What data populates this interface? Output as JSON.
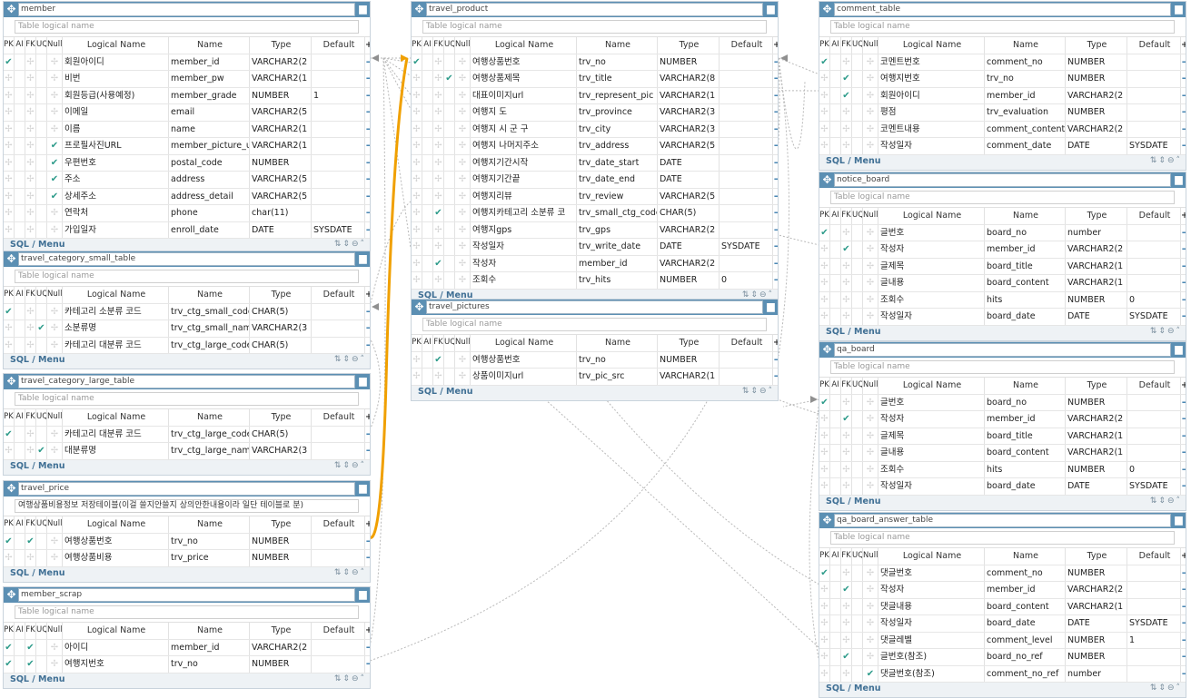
{
  "ui": {
    "logical_placeholder": "Table logical name",
    "col_pk": "PK",
    "col_ai": "AI",
    "col_fk": "FK",
    "col_uq": "UQ",
    "col_null": "Null",
    "col_logical": "Logical Name",
    "col_name": "Name",
    "col_type": "Type",
    "col_default": "Default",
    "sql_menu": "SQL / Menu",
    "icons": {
      "move": "move-icon",
      "delete": "trash-icon",
      "add": "add-column-icon",
      "remove": "remove-column-icon",
      "check": "check-icon"
    }
  },
  "tables": [
    {
      "name": "member",
      "logical": "",
      "rows": [
        {
          "pk": true,
          "ai": false,
          "fk": false,
          "uq": false,
          "nl": false,
          "logical": "회원아이디",
          "name": "member_id",
          "type": "VARCHAR2(2",
          "def": ""
        },
        {
          "pk": false,
          "ai": false,
          "fk": false,
          "uq": false,
          "nl": false,
          "logical": "비번",
          "name": "member_pw",
          "type": "VARCHAR2(1",
          "def": ""
        },
        {
          "pk": false,
          "ai": false,
          "fk": false,
          "uq": false,
          "nl": false,
          "logical": "회원등급(사용예정)",
          "name": "member_grade",
          "type": "NUMBER",
          "def": "1"
        },
        {
          "pk": false,
          "ai": false,
          "fk": false,
          "uq": false,
          "nl": false,
          "logical": "이메일",
          "name": "email",
          "type": "VARCHAR2(5",
          "def": ""
        },
        {
          "pk": false,
          "ai": false,
          "fk": false,
          "uq": false,
          "nl": false,
          "logical": "이름",
          "name": "name",
          "type": "VARCHAR2(1",
          "def": ""
        },
        {
          "pk": false,
          "ai": false,
          "fk": false,
          "uq": false,
          "nl": true,
          "logical": "프로필사진URL",
          "name": "member_picture_u",
          "type": "VARCHAR2(1",
          "def": ""
        },
        {
          "pk": false,
          "ai": false,
          "fk": false,
          "uq": false,
          "nl": true,
          "logical": "우편번호",
          "name": "postal_code",
          "type": "NUMBER",
          "def": ""
        },
        {
          "pk": false,
          "ai": false,
          "fk": false,
          "uq": false,
          "nl": true,
          "logical": "주소",
          "name": "address",
          "type": "VARCHAR2(5",
          "def": ""
        },
        {
          "pk": false,
          "ai": false,
          "fk": false,
          "uq": false,
          "nl": true,
          "logical": "상세주소",
          "name": "address_detail",
          "type": "VARCHAR2(5",
          "def": ""
        },
        {
          "pk": false,
          "ai": false,
          "fk": false,
          "uq": false,
          "nl": false,
          "logical": "연락처",
          "name": "phone",
          "type": "char(11)",
          "def": ""
        },
        {
          "pk": false,
          "ai": false,
          "fk": false,
          "uq": false,
          "nl": false,
          "logical": "가입일자",
          "name": "enroll_date",
          "type": "DATE",
          "def": "SYSDATE"
        }
      ]
    },
    {
      "name": "travel_category_small_table",
      "logical": "",
      "rows": [
        {
          "pk": true,
          "ai": false,
          "fk": false,
          "uq": false,
          "nl": false,
          "logical": "카테고리 소분류 코드",
          "name": "trv_ctg_small_code",
          "type": "CHAR(5)",
          "def": ""
        },
        {
          "pk": false,
          "ai": false,
          "fk": false,
          "uq": true,
          "nl": false,
          "logical": "소분류명",
          "name": "trv_ctg_small_name",
          "type": "VARCHAR2(3",
          "def": ""
        },
        {
          "pk": false,
          "ai": false,
          "fk": false,
          "uq": false,
          "nl": false,
          "logical": "카테고리 대분류 코드",
          "name": "trv_ctg_large_code",
          "type": "CHAR(5)",
          "def": ""
        }
      ]
    },
    {
      "name": "travel_category_large_table",
      "logical": "",
      "rows": [
        {
          "pk": true,
          "ai": false,
          "fk": false,
          "uq": false,
          "nl": false,
          "logical": "카테고리 대분류 코드",
          "name": "trv_ctg_large_code",
          "type": "CHAR(5)",
          "def": ""
        },
        {
          "pk": false,
          "ai": false,
          "fk": false,
          "uq": true,
          "nl": false,
          "logical": "대분류명",
          "name": "trv_ctg_large_name",
          "type": "VARCHAR2(3",
          "def": ""
        }
      ]
    },
    {
      "name": "travel_price",
      "logical": "여행상품비용정보 저장테이블(이걸 쓸지안쓸지 상의안한내용이라 일단 테이블로 분)",
      "rows": [
        {
          "pk": true,
          "ai": false,
          "fk": true,
          "uq": false,
          "nl": false,
          "logical": "여행상품번호",
          "name": "trv_no",
          "type": "NUMBER",
          "def": ""
        },
        {
          "pk": false,
          "ai": false,
          "fk": false,
          "uq": false,
          "nl": false,
          "logical": "여행상품비용",
          "name": "trv_price",
          "type": "NUMBER",
          "def": ""
        }
      ]
    },
    {
      "name": "member_scrap",
      "logical": "",
      "rows": [
        {
          "pk": true,
          "ai": false,
          "fk": true,
          "uq": false,
          "nl": false,
          "logical": "아이디",
          "name": "member_id",
          "type": "VARCHAR2(2",
          "def": ""
        },
        {
          "pk": true,
          "ai": false,
          "fk": true,
          "uq": false,
          "nl": false,
          "logical": "여행지번호",
          "name": "trv_no",
          "type": "NUMBER",
          "def": ""
        }
      ]
    },
    {
      "name": "travel_product",
      "logical": "",
      "rows": [
        {
          "pk": true,
          "ai": false,
          "fk": false,
          "uq": false,
          "nl": false,
          "logical": "여행상품번호",
          "name": "trv_no",
          "type": "NUMBER",
          "def": ""
        },
        {
          "pk": false,
          "ai": false,
          "fk": false,
          "uq": true,
          "nl": false,
          "logical": "여행상품제목",
          "name": "trv_title",
          "type": "VARCHAR2(8",
          "def": ""
        },
        {
          "pk": false,
          "ai": false,
          "fk": false,
          "uq": false,
          "nl": false,
          "logical": "대표이미지url",
          "name": "trv_represent_pic",
          "type": "VARCHAR2(1",
          "def": ""
        },
        {
          "pk": false,
          "ai": false,
          "fk": false,
          "uq": false,
          "nl": false,
          "logical": "여행지 도",
          "name": "trv_province",
          "type": "VARCHAR2(3",
          "def": ""
        },
        {
          "pk": false,
          "ai": false,
          "fk": false,
          "uq": false,
          "nl": false,
          "logical": "여행지 시 군 구",
          "name": "trv_city",
          "type": "VARCHAR2(3",
          "def": ""
        },
        {
          "pk": false,
          "ai": false,
          "fk": false,
          "uq": false,
          "nl": false,
          "logical": "여행지 나머지주소",
          "name": "trv_address",
          "type": "VARCHAR2(5",
          "def": ""
        },
        {
          "pk": false,
          "ai": false,
          "fk": false,
          "uq": false,
          "nl": false,
          "logical": "여행지기간시작",
          "name": "trv_date_start",
          "type": "DATE",
          "def": ""
        },
        {
          "pk": false,
          "ai": false,
          "fk": false,
          "uq": false,
          "nl": false,
          "logical": "여행지기간끝",
          "name": "trv_date_end",
          "type": "DATE",
          "def": ""
        },
        {
          "pk": false,
          "ai": false,
          "fk": false,
          "uq": false,
          "nl": false,
          "logical": "여행지리뷰",
          "name": "trv_review",
          "type": "VARCHAR2(5",
          "def": ""
        },
        {
          "pk": false,
          "ai": false,
          "fk": true,
          "uq": false,
          "nl": false,
          "logical": "여행지카테고리 소분류 코",
          "name": "trv_small_ctg_code",
          "type": "CHAR(5)",
          "def": ""
        },
        {
          "pk": false,
          "ai": false,
          "fk": false,
          "uq": false,
          "nl": false,
          "logical": "여행지gps",
          "name": "trv_gps",
          "type": "VARCHAR2(2",
          "def": ""
        },
        {
          "pk": false,
          "ai": false,
          "fk": false,
          "uq": false,
          "nl": false,
          "logical": "작성일자",
          "name": "trv_write_date",
          "type": "DATE",
          "def": "SYSDATE"
        },
        {
          "pk": false,
          "ai": false,
          "fk": true,
          "uq": false,
          "nl": false,
          "logical": "작성자",
          "name": "member_id",
          "type": "VARCHAR2(2",
          "def": ""
        },
        {
          "pk": false,
          "ai": false,
          "fk": false,
          "uq": false,
          "nl": false,
          "logical": "조회수",
          "name": "trv_hits",
          "type": "NUMBER",
          "def": "0"
        }
      ]
    },
    {
      "name": "travel_pictures",
      "logical": "",
      "rows": [
        {
          "pk": false,
          "ai": false,
          "fk": true,
          "uq": false,
          "nl": false,
          "logical": "여행상품번호",
          "name": "trv_no",
          "type": "NUMBER",
          "def": ""
        },
        {
          "pk": false,
          "ai": false,
          "fk": false,
          "uq": false,
          "nl": false,
          "logical": "상품이미지url",
          "name": "trv_pic_src",
          "type": "VARCHAR2(1",
          "def": ""
        }
      ]
    },
    {
      "name": "comment_table",
      "logical": "",
      "rows": [
        {
          "pk": true,
          "ai": false,
          "fk": false,
          "uq": false,
          "nl": false,
          "logical": "코멘트번호",
          "name": "comment_no",
          "type": "NUMBER",
          "def": ""
        },
        {
          "pk": false,
          "ai": false,
          "fk": true,
          "uq": false,
          "nl": false,
          "logical": "여행지번호",
          "name": "trv_no",
          "type": "NUMBER",
          "def": ""
        },
        {
          "pk": false,
          "ai": false,
          "fk": true,
          "uq": false,
          "nl": false,
          "logical": "회원아이디",
          "name": "member_id",
          "type": "VARCHAR2(2",
          "def": ""
        },
        {
          "pk": false,
          "ai": false,
          "fk": false,
          "uq": false,
          "nl": false,
          "logical": "평점",
          "name": "trv_evaluation",
          "type": "NUMBER",
          "def": ""
        },
        {
          "pk": false,
          "ai": false,
          "fk": false,
          "uq": false,
          "nl": false,
          "logical": "코멘트내용",
          "name": "comment_content",
          "type": "VARCHAR2(2",
          "def": ""
        },
        {
          "pk": false,
          "ai": false,
          "fk": false,
          "uq": false,
          "nl": false,
          "logical": "작성일자",
          "name": "comment_date",
          "type": "DATE",
          "def": "SYSDATE"
        }
      ]
    },
    {
      "name": "notice_board",
      "logical": "",
      "rows": [
        {
          "pk": true,
          "ai": false,
          "fk": false,
          "uq": false,
          "nl": false,
          "logical": "글번호",
          "name": "board_no",
          "type": "number",
          "def": ""
        },
        {
          "pk": false,
          "ai": false,
          "fk": true,
          "uq": false,
          "nl": false,
          "logical": "작성자",
          "name": "member_id",
          "type": "VARCHAR2(2",
          "def": ""
        },
        {
          "pk": false,
          "ai": false,
          "fk": false,
          "uq": false,
          "nl": false,
          "logical": "글제목",
          "name": "board_title",
          "type": "VARCHAR2(1",
          "def": ""
        },
        {
          "pk": false,
          "ai": false,
          "fk": false,
          "uq": false,
          "nl": false,
          "logical": "글내용",
          "name": "board_content",
          "type": "VARCHAR2(1",
          "def": ""
        },
        {
          "pk": false,
          "ai": false,
          "fk": false,
          "uq": false,
          "nl": false,
          "logical": "조회수",
          "name": "hits",
          "type": "NUMBER",
          "def": "0"
        },
        {
          "pk": false,
          "ai": false,
          "fk": false,
          "uq": false,
          "nl": false,
          "logical": "작성일자",
          "name": "board_date",
          "type": "DATE",
          "def": "SYSDATE"
        }
      ]
    },
    {
      "name": "qa_board",
      "logical": "",
      "rows": [
        {
          "pk": true,
          "ai": false,
          "fk": false,
          "uq": false,
          "nl": false,
          "logical": "글번호",
          "name": "board_no",
          "type": "NUMBER",
          "def": ""
        },
        {
          "pk": false,
          "ai": false,
          "fk": true,
          "uq": false,
          "nl": false,
          "logical": "작성자",
          "name": "member_id",
          "type": "VARCHAR2(2",
          "def": ""
        },
        {
          "pk": false,
          "ai": false,
          "fk": false,
          "uq": false,
          "nl": false,
          "logical": "글제목",
          "name": "board_title",
          "type": "VARCHAR2(1",
          "def": ""
        },
        {
          "pk": false,
          "ai": false,
          "fk": false,
          "uq": false,
          "nl": false,
          "logical": "글내용",
          "name": "board_content",
          "type": "VARCHAR2(1",
          "def": ""
        },
        {
          "pk": false,
          "ai": false,
          "fk": false,
          "uq": false,
          "nl": false,
          "logical": "조회수",
          "name": "hits",
          "type": "NUMBER",
          "def": "0"
        },
        {
          "pk": false,
          "ai": false,
          "fk": false,
          "uq": false,
          "nl": false,
          "logical": "작성일자",
          "name": "board_date",
          "type": "DATE",
          "def": "SYSDATE"
        }
      ]
    },
    {
      "name": "qa_board_answer_table",
      "logical": "",
      "rows": [
        {
          "pk": true,
          "ai": false,
          "fk": false,
          "uq": false,
          "nl": false,
          "logical": "댓글번호",
          "name": "comment_no",
          "type": "NUMBER",
          "def": ""
        },
        {
          "pk": false,
          "ai": false,
          "fk": true,
          "uq": false,
          "nl": false,
          "logical": "작성자",
          "name": "member_id",
          "type": "VARCHAR2(2",
          "def": ""
        },
        {
          "pk": false,
          "ai": false,
          "fk": false,
          "uq": false,
          "nl": false,
          "logical": "댓글내용",
          "name": "board_content",
          "type": "VARCHAR2(1",
          "def": ""
        },
        {
          "pk": false,
          "ai": false,
          "fk": false,
          "uq": false,
          "nl": false,
          "logical": "작성일자",
          "name": "board_date",
          "type": "DATE",
          "def": "SYSDATE"
        },
        {
          "pk": false,
          "ai": false,
          "fk": false,
          "uq": false,
          "nl": false,
          "logical": "댓글레벨",
          "name": "comment_level",
          "type": "NUMBER",
          "def": "1"
        },
        {
          "pk": false,
          "ai": false,
          "fk": true,
          "uq": false,
          "nl": false,
          "logical": "글번호(참조)",
          "name": "board_no_ref",
          "type": "NUMBER",
          "def": ""
        },
        {
          "pk": false,
          "ai": false,
          "fk": false,
          "uq": false,
          "nl": true,
          "logical": "댓글번호(참조)",
          "name": "comment_no_ref",
          "type": "number",
          "def": ""
        }
      ]
    }
  ]
}
